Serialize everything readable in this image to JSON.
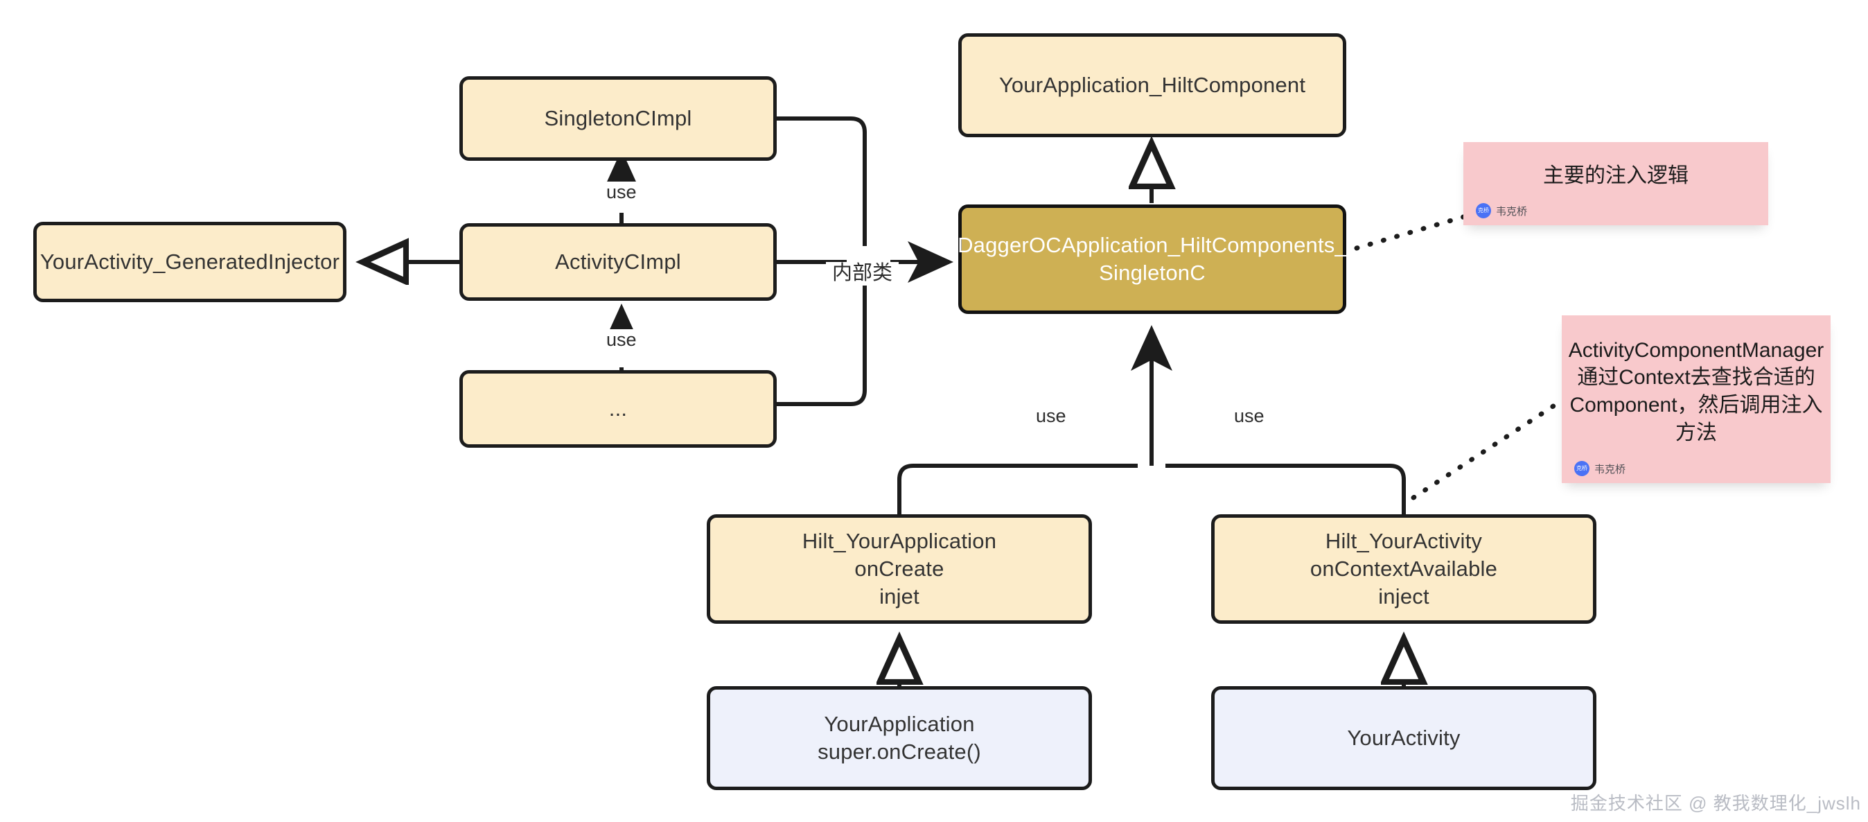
{
  "diagram": {
    "title": "Hilt dependency injection class relationship diagram",
    "colors": {
      "yellow_fill": "#fcecca",
      "gold_fill": "#ceb054",
      "blue_fill": "#eef1fb",
      "note_fill": "#f8c9cc",
      "stroke": "#1c1c1c",
      "avatar_blue": "#4a72f5"
    },
    "nodes": [
      {
        "id": "singleton_c_impl",
        "label": "SingletonCImpl"
      },
      {
        "id": "activity_c_impl",
        "label": "ActivityCImpl"
      },
      {
        "id": "ellipsis",
        "label": "..."
      },
      {
        "id": "generated_injector",
        "label": "YourActivity_GeneratedInjector"
      },
      {
        "id": "hilt_component",
        "label": "YourApplication_HiltComponent"
      },
      {
        "id": "dagger_singleton",
        "label": "DaggerOCApplication_HiltComponents_\nSingletonC"
      },
      {
        "id": "hilt_your_application",
        "label": "Hilt_YourApplication\nonCreate\ninjet"
      },
      {
        "id": "hilt_your_activity",
        "label": "Hilt_YourActivity\nonContextAvailable\ninject"
      },
      {
        "id": "your_application",
        "label": "YourApplication\nsuper.onCreate()"
      },
      {
        "id": "your_activity",
        "label": "YourActivity"
      }
    ],
    "edge_labels": {
      "use_top": "use",
      "use_bottom": "use",
      "inner_class": "内部类",
      "use_left": "use",
      "use_right": "use"
    },
    "notes": [
      {
        "id": "note-injection-logic",
        "text": "主要的注入逻辑",
        "author": "韦克桥",
        "avatar_text": "克桥"
      },
      {
        "id": "note-component-manager",
        "text": "ActivityComponentManager\n通过Context去查找合适的\nComponent，然后调用注入\n方法",
        "author": "韦克桥",
        "avatar_text": "克桥"
      }
    ],
    "watermark": "掘金技术社区 @ 教我数理化_jwslh"
  }
}
